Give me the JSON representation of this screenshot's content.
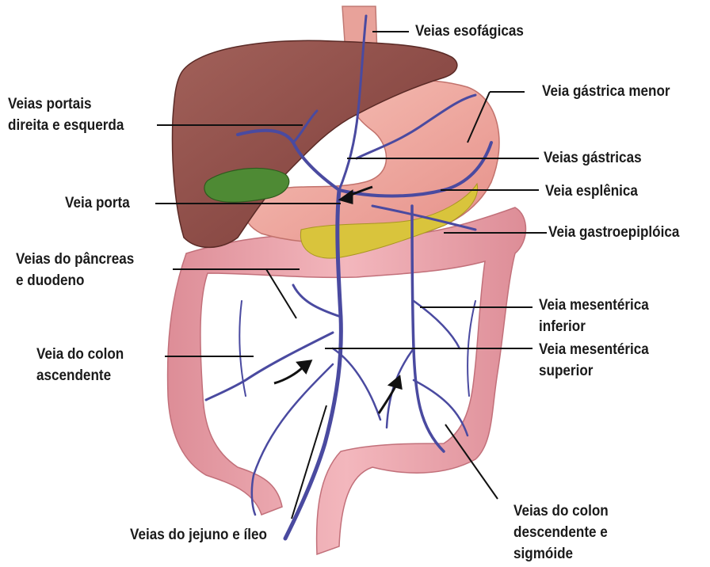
{
  "labels": {
    "esofagicas": "Veias esofágicas",
    "portais_1": "Veias portais",
    "portais_2": "direita e esquerda",
    "gastrica_menor": "Veia gástrica menor",
    "gastricas": "Veias gástricas",
    "porta": "Veia porta",
    "esplenica": "Veia esplênica",
    "gastroepiploica": "Veia gastroepiplóica",
    "pancreas_1": "Veias do pâncreas",
    "pancreas_2": "e duodeno",
    "mesenterica_inferior_1": "Veia mesentérica",
    "mesenterica_inferior_2": "inferior",
    "colon_ascendente_1": "Veia do colon",
    "colon_ascendente_2": "ascendente",
    "mesenterica_superior_1": "Veia mesentérica",
    "mesenterica_superior_2": "superior",
    "jejuno_ileo": "Veias do jejuno e íleo",
    "colon_descendente_1": "Veias do colon",
    "colon_descendente_2": "descendente e",
    "colon_descendente_3": "sigmóide"
  },
  "colors": {
    "liver": "#8a4a45",
    "gallbladder": "#4a7a2e",
    "stomach": "#f0a7a0",
    "colon": "#eaa3aa",
    "pancreas": "#d6c23a",
    "vein": "#4a4aa0",
    "leader": "#111111"
  }
}
